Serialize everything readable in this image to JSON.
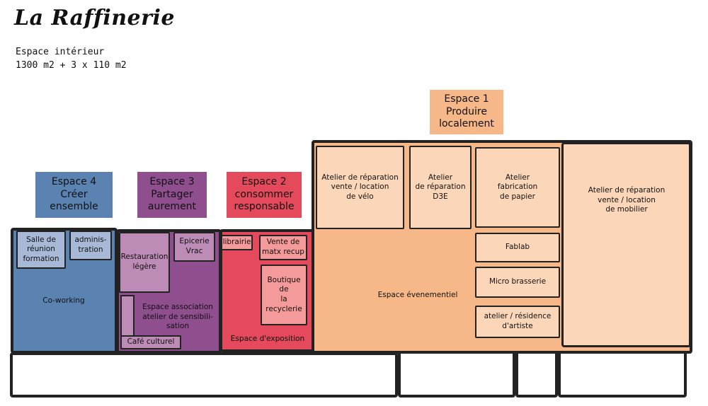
{
  "title": "La Raffinerie",
  "subtitle_line1": "Espace intérieur",
  "subtitle_line2": "1300 m2 + 3 x 110 m2",
  "colors": {
    "blue": "#5b83b2",
    "blue_light": "#a7b9d6",
    "purple": "#8f4e8e",
    "purple_light": "#bc8bb6",
    "red": "#e4495c",
    "red_light": "#f59a9a",
    "orange": "#f6b888",
    "orange_light": "#fcd6b9"
  },
  "labels": {
    "espace4": "Espace 4\nCréer\nensemble",
    "espace3": "Espace 3\nPartager\naurement",
    "espace2": "Espace 2\nconsommer\nresponsable",
    "espace1": "Espace 1\nProduire\nlocalement"
  },
  "rooms": {
    "salle_reunion": "Salle de\nréunion\nformation",
    "administration": "adminis-\ntration",
    "coworking": "Co-working",
    "restauration": "Restauration\nlégère",
    "epicerie": "Epicerie\nVrac",
    "espace_association": "Espace association\natelier de sensibili-\nsation",
    "cafe_culturel": "Café culturel",
    "librairie": "librairie",
    "vente_matx": "Vente de\nmatx recup",
    "boutique": "Boutique\nde\nla\nrecyclerie",
    "espace_exposition": "Espace d'exposition",
    "atelier_velo": "Atelier de réparation\nvente / location\nde vélo",
    "atelier_d3e": "Atelier\nde réparation\nD3E",
    "atelier_papier": "Atelier\nfabrication\nde papier",
    "atelier_mobilier": "Atelier de réparation\nvente / location\nde mobilier",
    "fablab": "Fablab",
    "micro_brasserie": "Micro brasserie",
    "atelier_artiste": "atelier / résidence\nd'artiste",
    "espace_evenementiel": "Espace évenementiel"
  }
}
